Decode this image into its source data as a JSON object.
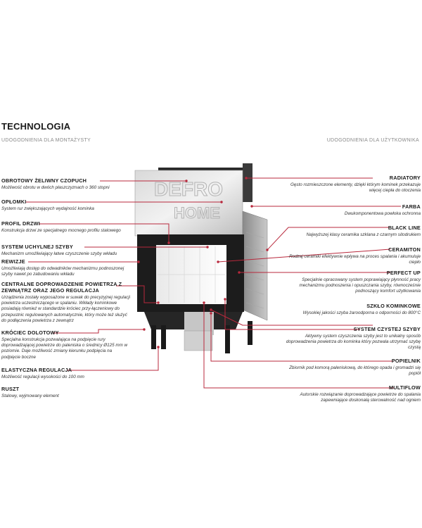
{
  "header": {
    "title": "TECHNOLOGIA",
    "left_subtitle": "UDOGODNIENIA DLA MONTAŻYSTY",
    "right_subtitle": "UDOGODNIENIA DLA UŻYTKOWNIKA"
  },
  "product": {
    "logo_line1": "DEFRO",
    "logo_line2": "HOME"
  },
  "left_items": [
    {
      "title": "OBROTOWY ŻELIWNY CZOPUCH",
      "desc": "Możliwość obrotu w dwóch płaszczyznach o 360 stopni"
    },
    {
      "title": "OPŁOMKI",
      "desc": "System rur zwiększających wydajność kominka"
    },
    {
      "title": "PROFIL DRZWI",
      "desc": "Konstrukcja drzwi ze specjalnego mocnego profilu stalowego"
    },
    {
      "title": "SYSTEM UCHYLNEJ SZYBY",
      "desc": "Mechanizm umożliwiający łatwe czyszczenie szyby wkładu"
    },
    {
      "title": "REWIZJE",
      "desc": "Umożliwiają dostęp do odwadników mechanizmu podnoszonej szyby nawet po zabudowaniu wkładu"
    },
    {
      "title": "CENTRALNE DOPROWADZENIE POWIETRZA Z ZEWNĄTRZ ORAZ JEGO REGULACJA",
      "desc": "Urządzenia zostały wyposażone w suwak do precyzyjnej regulacji powietrza uczestniczącego w spalaniu. Wkłady kominkowe posiadają również w standardzie króciec przy-łączeniowy do przepustnic regulowanych automatycznie, który może też służyć do podłączenia powietrza z zewnątrz"
    },
    {
      "title": "KRÓCIEC DOLOTOWY",
      "desc": "Specjalna konstrukcja pozwalająca na podpięcie rury doprowadzającej powietrze do paleniska o średnicy Ø125 mm w poziomie. Daje możliwość zmiany kierunku podpięcia na podpięcie boczne"
    },
    {
      "title": "ELASTYCZNA REGULACJA",
      "desc": "Możliwość regulacji wysokości do 100 mm"
    },
    {
      "title": "RUSZT",
      "desc": "Stalowy, wyjmowany element"
    }
  ],
  "right_items": [
    {
      "title": "RADIATORY",
      "desc": "Gęsto rozmieszczone elementy, dzięki którym kominek przekazuje więcej ciepła do otoczenia"
    },
    {
      "title": "FARBA",
      "desc": "Dwukomponentowa powłoka ochronna"
    },
    {
      "title": "BLACK LINE",
      "desc": "Najwyższej klasy ceramika szklana z czarnym sitodrukiem"
    },
    {
      "title": "CERAMITON",
      "desc": "Rodzaj ceramiki efektywnie wpływa na proces spalania i akumuluje ciepło"
    },
    {
      "title": "PERFECT UP",
      "desc": "Specjalnie opracowany system poprawiający płynność pracy mechanizmu podnoszenia i opuszczania szyby, równocześnie podnoszący komfort użytkowania"
    },
    {
      "title": "SZKŁO KOMINKOWE",
      "desc": "Wysokiej jakości szyba żaroodporna o odporności do 800°C"
    },
    {
      "title": "SYSTEM CZYSTEJ SZYBY",
      "desc": "Aktywny system czyszczenia szyby jest to unikalny sposób doprowadzenia powietrza do kominka który pozwala utrzymać szybę czystą"
    },
    {
      "title": "POPIELNIK",
      "desc": "Zbiornik pod komorą paleniskową, do którego opada i gromadzi się popiół"
    },
    {
      "title": "MULTIFLOW",
      "desc": "Autorskie rozwiązanie doprowadzające powietrze do spalania zapewniające doskonałą sterowalność nad ogniem"
    }
  ],
  "colors": {
    "accent_line": "#b8283c",
    "text": "#1a1a1a",
    "muted": "#8a8a8a"
  }
}
